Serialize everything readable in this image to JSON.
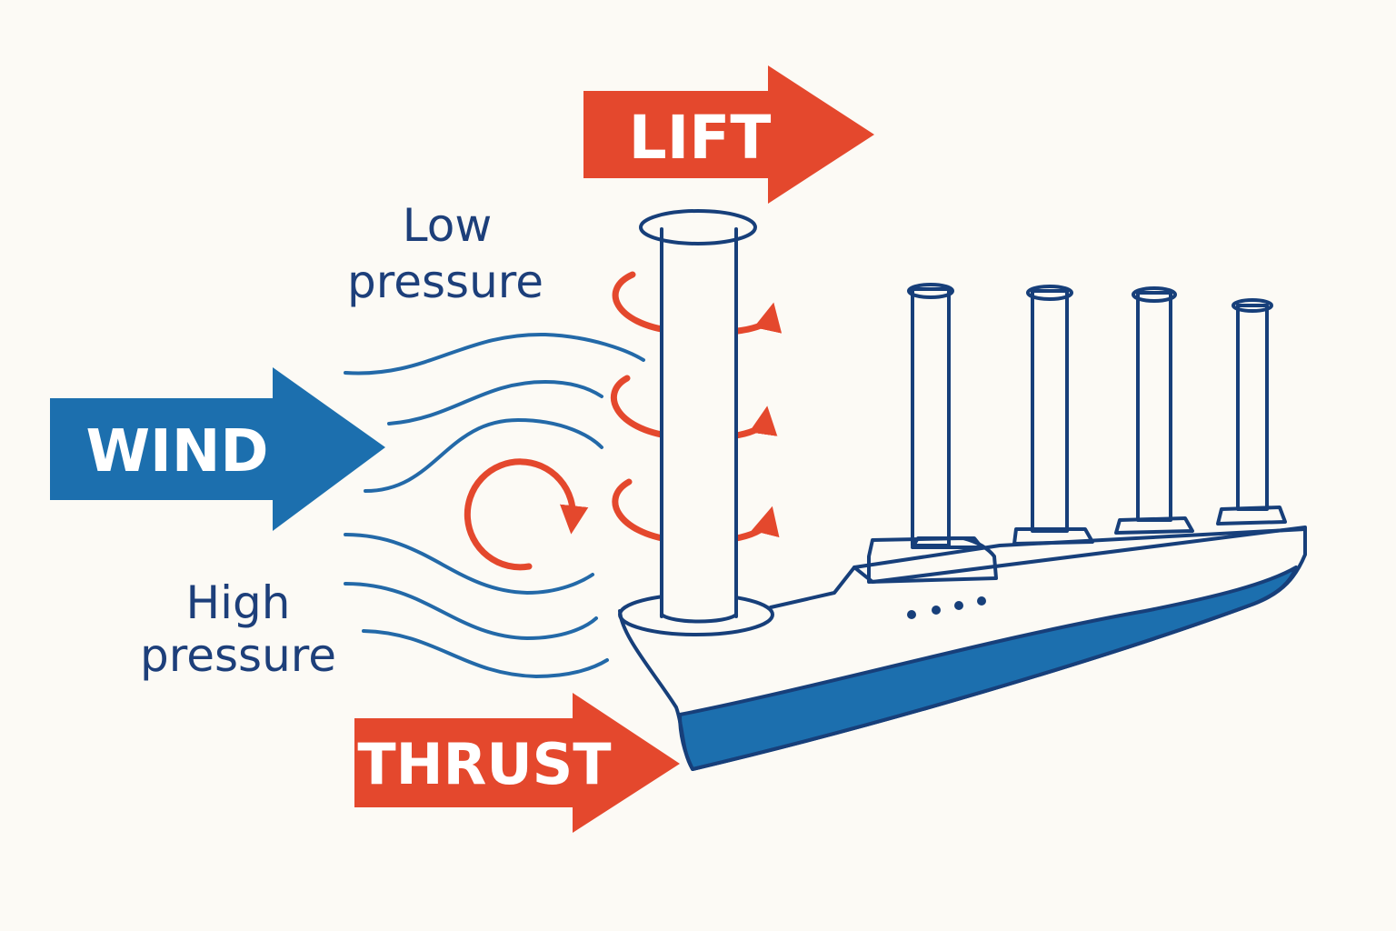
{
  "labels": {
    "wind": "WIND",
    "lift": "LIFT",
    "thrust": "THRUST",
    "low_pressure_line1": "Low",
    "low_pressure_line2": "pressure",
    "high_pressure_line1": "High",
    "high_pressure_line2": "pressure"
  },
  "colors": {
    "background": "#fcfaf5",
    "wind_arrow": "#1c6fae",
    "force_arrow": "#e4482d",
    "outline": "#173f7a",
    "hull": "#1c6fae",
    "airflow": "#2369a8"
  }
}
